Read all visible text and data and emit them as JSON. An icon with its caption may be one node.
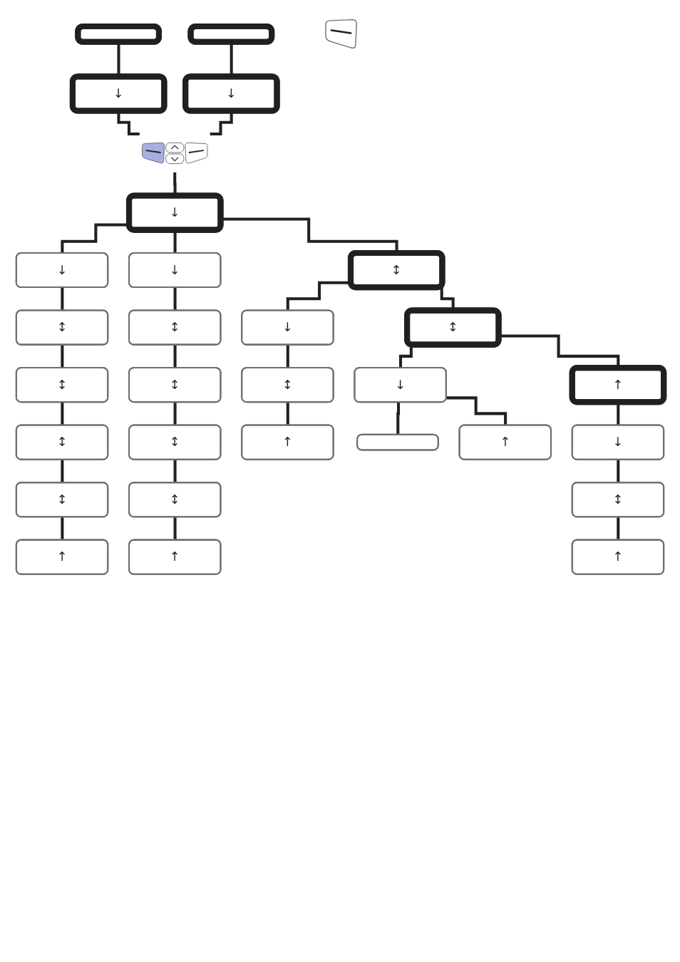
{
  "diagram": {
    "nodes": [
      {
        "text": [],
        "shape": "box"
      },
      {
        "text": [
          "↓"
        ]
      },
      {
        "text": [],
        "shape": "box"
      },
      {
        "text": [
          "↓"
        ]
      },
      {
        "text": [],
        "shape": "picture"
      },
      {
        "text": [
          "↓"
        ]
      },
      {
        "text": [
          "↓"
        ]
      },
      {
        "text": [
          "↕"
        ]
      },
      {
        "text": [
          "↕"
        ]
      },
      {
        "text": [
          "↕"
        ]
      },
      {
        "text": [
          "↕"
        ]
      },
      {
        "text": [
          "↑"
        ]
      },
      {
        "text": [
          "↓"
        ]
      },
      {
        "text": [
          "↕"
        ]
      },
      {
        "text": [
          "↕"
        ]
      },
      {
        "text": [
          "↕"
        ]
      },
      {
        "text": [
          "↕"
        ]
      },
      {
        "text": [
          "↑"
        ]
      },
      {
        "text": [
          "↕"
        ]
      },
      {
        "text": [
          "↓"
        ]
      },
      {
        "text": [
          "↕"
        ]
      },
      {
        "text": [
          "↑"
        ]
      },
      {
        "text": [
          "↕"
        ]
      },
      {
        "text": [
          "↓"
        ]
      },
      {
        "text": [],
        "shape": "box"
      },
      {
        "text": [
          "↑"
        ]
      },
      {
        "text": [
          "↑"
        ]
      },
      {
        "text": [
          "↓"
        ]
      },
      {
        "text": [
          "↕"
        ]
      },
      {
        "text": [
          "↑"
        ]
      },
      {
        "text": [],
        "shape": "picture"
      }
    ],
    "edges": [
      {
        "from": 0,
        "to": 1,
        "arrow": "none"
      },
      {
        "from": 1,
        "to": 4,
        "arrow": "none"
      },
      {
        "from": 2,
        "to": 3,
        "arrow": "none"
      },
      {
        "from": 3,
        "to": 4,
        "arrow": "none"
      },
      {
        "from": 4,
        "to": 5,
        "arrow": "none"
      },
      {
        "from": 5,
        "to": 6,
        "arrow": "none"
      },
      {
        "from": 6,
        "to": 7,
        "arrow": "none"
      },
      {
        "from": 7,
        "to": 8,
        "arrow": "none"
      },
      {
        "from": 8,
        "to": 9,
        "arrow": "none"
      },
      {
        "from": 9,
        "to": 10,
        "arrow": "none"
      },
      {
        "from": 10,
        "to": 11,
        "arrow": "none"
      },
      {
        "from": 5,
        "to": 12,
        "arrow": "none"
      },
      {
        "from": 12,
        "to": 13,
        "arrow": "none"
      },
      {
        "from": 13,
        "to": 14,
        "arrow": "none"
      },
      {
        "from": 14,
        "to": 15,
        "arrow": "none"
      },
      {
        "from": 15,
        "to": 16,
        "arrow": "none"
      },
      {
        "from": 16,
        "to": 17,
        "arrow": "none"
      },
      {
        "from": 5,
        "to": 18,
        "arrow": "none"
      },
      {
        "from": 18,
        "to": 19,
        "arrow": "none"
      },
      {
        "from": 19,
        "to": 20,
        "arrow": "none"
      },
      {
        "from": 20,
        "to": 21,
        "arrow": "none"
      },
      {
        "from": 18,
        "to": 22,
        "arrow": "none"
      },
      {
        "from": 22,
        "to": 23,
        "arrow": "none"
      },
      {
        "from": 23,
        "to": 24,
        "arrow": "none"
      },
      {
        "from": 23,
        "to": 25,
        "arrow": "none"
      },
      {
        "from": 22,
        "to": 26,
        "arrow": "none"
      },
      {
        "from": 26,
        "to": 27,
        "arrow": "none"
      },
      {
        "from": 27,
        "to": 28,
        "arrow": "none"
      },
      {
        "from": 28,
        "to": 29,
        "arrow": "none"
      }
    ]
  }
}
